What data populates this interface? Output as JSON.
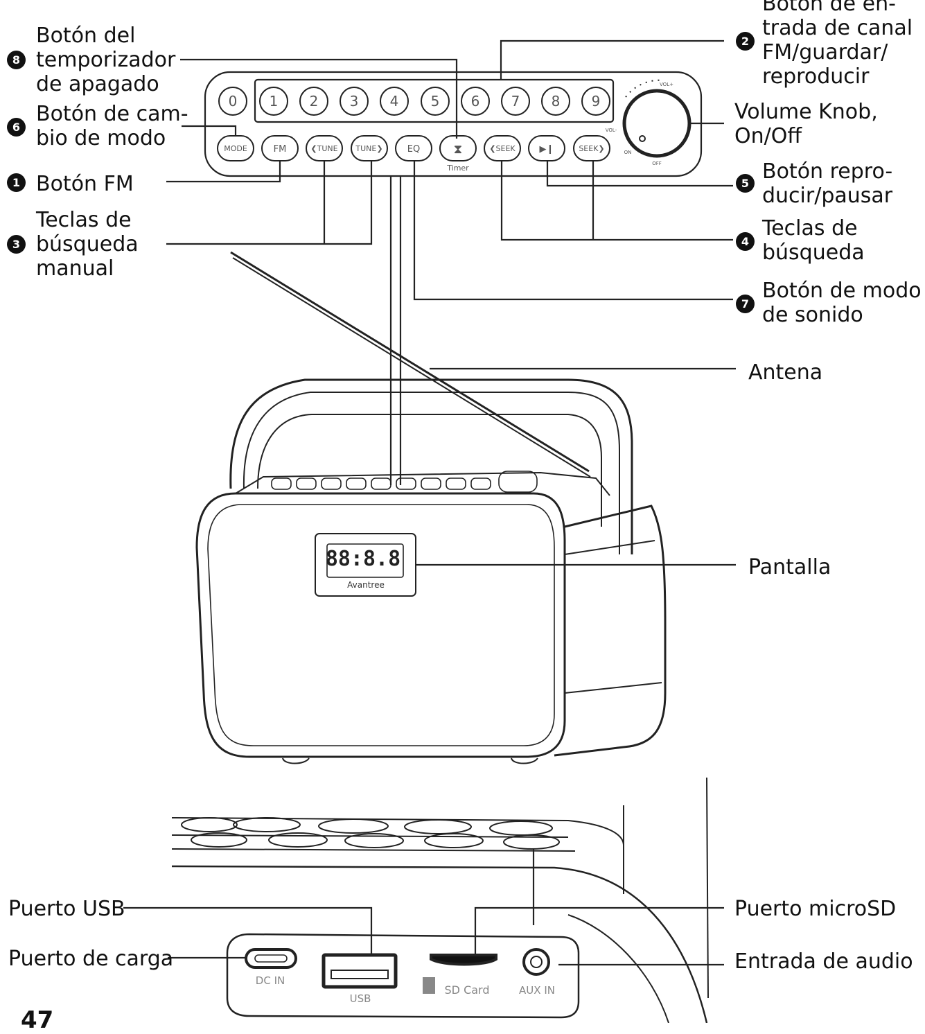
{
  "callouts": {
    "c8": {
      "num": "8",
      "text": "Botón del\ntemporizador\nde apagado"
    },
    "c6": {
      "num": "6",
      "text": "Botón de cam-\nbio de modo"
    },
    "c1": {
      "num": "1",
      "text": "Botón FM"
    },
    "c3": {
      "num": "3",
      "text": "Teclas de\nbúsqueda\nmanual"
    },
    "c2": {
      "num": "2",
      "text": "Botón de en-\ntrada de canal\nFM/guardar/\nreproducir"
    },
    "volume": {
      "text": "Volume Knob,\nOn/Off"
    },
    "c5": {
      "num": "5",
      "text": "Botón repro-\nducir/pausar"
    },
    "c4": {
      "num": "4",
      "text": "Teclas de\nbúsqueda"
    },
    "c7": {
      "num": "7",
      "text": "Botón de modo\nde sonido"
    },
    "antena": {
      "text": "Antena"
    },
    "pantalla": {
      "text": "Pantalla"
    },
    "usb": {
      "text": "Puerto USB"
    },
    "carga": {
      "text": "Puerto de carga"
    },
    "microsd": {
      "text": "Puerto microSD"
    },
    "audio": {
      "text": "Entrada de audio"
    }
  },
  "panel": {
    "digits": [
      "0",
      "1",
      "2",
      "3",
      "4",
      "5",
      "6",
      "7",
      "8",
      "9"
    ],
    "buttons": [
      "MODE",
      "FM",
      "❮TUNE",
      "TUNE❯",
      "EQ",
      "⧗",
      "❮SEEK",
      "▶❙",
      "SEEK❯"
    ],
    "timer_label": "Timer",
    "vol_label": "VOL+",
    "vol_minus": "VOL-",
    "on_label": "ON",
    "off_label": "OFF"
  },
  "device": {
    "display_digits": "88:8.8",
    "brand": "Avantree"
  },
  "ports": {
    "dc_in": "DC IN",
    "usb": "USB",
    "sd_card": "SD Card",
    "aux_in": "AUX IN"
  },
  "page_number": "47"
}
